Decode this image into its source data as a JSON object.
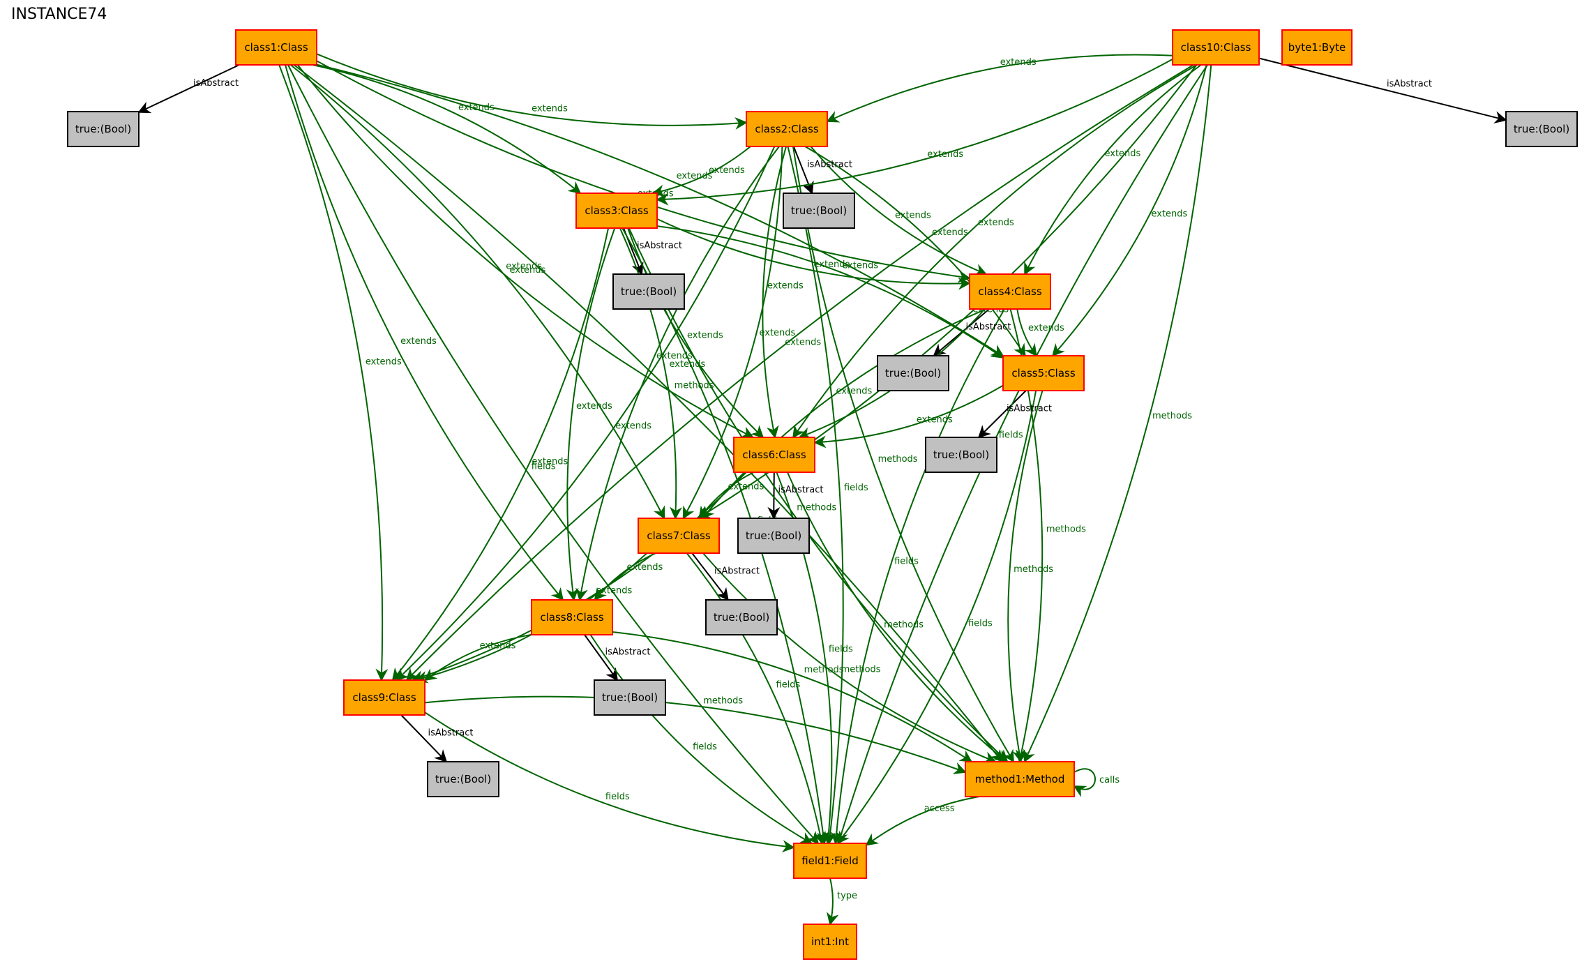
{
  "title": "INSTANCE74",
  "colors": {
    "node_fill": "#FFA500",
    "node_border": "#FF0000",
    "bool_fill": "#C0C0C0",
    "edge_green": "#006400",
    "edge_black": "#000000"
  },
  "nodes": [
    {
      "id": "class1",
      "label": "class1:Class",
      "kind": "class"
    },
    {
      "id": "class10",
      "label": "class10:Class",
      "kind": "class"
    },
    {
      "id": "byte1",
      "label": "byte1:Byte",
      "kind": "class"
    },
    {
      "id": "class2",
      "label": "class2:Class",
      "kind": "class"
    },
    {
      "id": "class3",
      "label": "class3:Class",
      "kind": "class"
    },
    {
      "id": "class4",
      "label": "class4:Class",
      "kind": "class"
    },
    {
      "id": "class5",
      "label": "class5:Class",
      "kind": "class"
    },
    {
      "id": "class6",
      "label": "class6:Class",
      "kind": "class"
    },
    {
      "id": "class7",
      "label": "class7:Class",
      "kind": "class"
    },
    {
      "id": "class8",
      "label": "class8:Class",
      "kind": "class"
    },
    {
      "id": "class9",
      "label": "class9:Class",
      "kind": "class"
    },
    {
      "id": "method1",
      "label": "method1:Method",
      "kind": "class"
    },
    {
      "id": "field1",
      "label": "field1:Field",
      "kind": "class"
    },
    {
      "id": "int1",
      "label": "int1:Int",
      "kind": "class"
    },
    {
      "id": "b1",
      "label": "true:(Bool)",
      "kind": "bool"
    },
    {
      "id": "b10",
      "label": "true:(Bool)",
      "kind": "bool"
    },
    {
      "id": "b2",
      "label": "true:(Bool)",
      "kind": "bool"
    },
    {
      "id": "b3",
      "label": "true:(Bool)",
      "kind": "bool"
    },
    {
      "id": "b4",
      "label": "true:(Bool)",
      "kind": "bool"
    },
    {
      "id": "b5",
      "label": "true:(Bool)",
      "kind": "bool"
    },
    {
      "id": "b6",
      "label": "true:(Bool)",
      "kind": "bool"
    },
    {
      "id": "b7",
      "label": "true:(Bool)",
      "kind": "bool"
    },
    {
      "id": "b8",
      "label": "true:(Bool)",
      "kind": "bool"
    },
    {
      "id": "b9",
      "label": "true:(Bool)",
      "kind": "bool"
    }
  ],
  "edges": [
    {
      "from": "class1",
      "to": "b1",
      "label": "isAbstract"
    },
    {
      "from": "class10",
      "to": "b10",
      "label": "isAbstract"
    },
    {
      "from": "class2",
      "to": "b2",
      "label": "isAbstract"
    },
    {
      "from": "class3",
      "to": "b3",
      "label": "isAbstract"
    },
    {
      "from": "class4",
      "to": "b4",
      "label": "isAbstract"
    },
    {
      "from": "class5",
      "to": "b5",
      "label": "isAbstract"
    },
    {
      "from": "class6",
      "to": "b6",
      "label": "isAbstract"
    },
    {
      "from": "class7",
      "to": "b7",
      "label": "isAbstract"
    },
    {
      "from": "class8",
      "to": "b8",
      "label": "isAbstract"
    },
    {
      "from": "class9",
      "to": "b9",
      "label": "isAbstract"
    },
    {
      "from": "class1",
      "to": "class2",
      "label": "extends"
    },
    {
      "from": "class1",
      "to": "class3",
      "label": "extends"
    },
    {
      "from": "class1",
      "to": "class4",
      "label": "extends"
    },
    {
      "from": "class1",
      "to": "class5",
      "label": "extends"
    },
    {
      "from": "class1",
      "to": "class6",
      "label": "extends"
    },
    {
      "from": "class1",
      "to": "class7",
      "label": "extends"
    },
    {
      "from": "class1",
      "to": "class8",
      "label": "extends"
    },
    {
      "from": "class1",
      "to": "class9",
      "label": "extends"
    },
    {
      "from": "class1",
      "to": "field1",
      "label": "fields"
    },
    {
      "from": "class1",
      "to": "method1",
      "label": "methods"
    },
    {
      "from": "class10",
      "to": "class2",
      "label": "extends"
    },
    {
      "from": "class10",
      "to": "class3",
      "label": "extends"
    },
    {
      "from": "class10",
      "to": "class4",
      "label": "extends"
    },
    {
      "from": "class10",
      "to": "class5",
      "label": "extends"
    },
    {
      "from": "class10",
      "to": "class6",
      "label": "extends"
    },
    {
      "from": "class10",
      "to": "class7",
      "label": "extends"
    },
    {
      "from": "class10",
      "to": "class9",
      "label": "extends"
    },
    {
      "from": "class10",
      "to": "method1",
      "label": "methods"
    },
    {
      "from": "class10",
      "to": "field1",
      "label": "fields"
    },
    {
      "from": "class2",
      "to": "class3",
      "label": "extends"
    },
    {
      "from": "class2",
      "to": "class4",
      "label": "extends"
    },
    {
      "from": "class2",
      "to": "class5",
      "label": "extends"
    },
    {
      "from": "class2",
      "to": "class6",
      "label": "extends"
    },
    {
      "from": "class2",
      "to": "class7",
      "label": "extends"
    },
    {
      "from": "class2",
      "to": "class8",
      "label": "extends"
    },
    {
      "from": "class2",
      "to": "class9",
      "label": "extends"
    },
    {
      "from": "class2",
      "to": "method1",
      "label": "methods"
    },
    {
      "from": "class2",
      "to": "field1",
      "label": "fields"
    },
    {
      "from": "class3",
      "to": "class4",
      "label": "extends"
    },
    {
      "from": "class3",
      "to": "class5",
      "label": "extends"
    },
    {
      "from": "class3",
      "to": "class6",
      "label": "extends"
    },
    {
      "from": "class3",
      "to": "class7",
      "label": "extends"
    },
    {
      "from": "class3",
      "to": "class8",
      "label": "extends"
    },
    {
      "from": "class3",
      "to": "class9",
      "label": "extends"
    },
    {
      "from": "class3",
      "to": "method1",
      "label": "methods"
    },
    {
      "from": "class3",
      "to": "field1",
      "label": "fields"
    },
    {
      "from": "class4",
      "to": "class5",
      "label": "extends"
    },
    {
      "from": "class4",
      "to": "class6",
      "label": "extends"
    },
    {
      "from": "class4",
      "to": "class7",
      "label": "extends"
    },
    {
      "from": "class4",
      "to": "method1",
      "label": "methods"
    },
    {
      "from": "class4",
      "to": "field1",
      "label": "fields"
    },
    {
      "from": "class5",
      "to": "class6",
      "label": "extends"
    },
    {
      "from": "class5",
      "to": "method1",
      "label": "methods"
    },
    {
      "from": "class5",
      "to": "field1",
      "label": "fields"
    },
    {
      "from": "class6",
      "to": "class7",
      "label": "extends"
    },
    {
      "from": "class6",
      "to": "class9",
      "label": "extends"
    },
    {
      "from": "class6",
      "to": "method1",
      "label": "methods"
    },
    {
      "from": "class6",
      "to": "field1",
      "label": "fields"
    },
    {
      "from": "class7",
      "to": "class8",
      "label": "extends"
    },
    {
      "from": "class7",
      "to": "class9",
      "label": "extends"
    },
    {
      "from": "class7",
      "to": "method1",
      "label": "methods"
    },
    {
      "from": "class7",
      "to": "field1",
      "label": "fields"
    },
    {
      "from": "class8",
      "to": "class9",
      "label": "extends"
    },
    {
      "from": "class8",
      "to": "method1",
      "label": "methods"
    },
    {
      "from": "class8",
      "to": "field1",
      "label": "fields"
    },
    {
      "from": "class9",
      "to": "method1",
      "label": "methods"
    },
    {
      "from": "class9",
      "to": "field1",
      "label": "fields"
    },
    {
      "from": "method1",
      "to": "method1",
      "label": "calls"
    },
    {
      "from": "method1",
      "to": "field1",
      "label": "access"
    },
    {
      "from": "field1",
      "to": "int1",
      "label": "type"
    }
  ]
}
